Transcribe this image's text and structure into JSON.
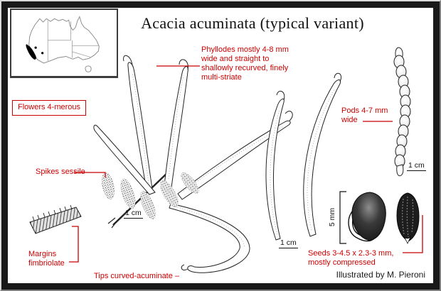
{
  "title": "Acacia acuminata (typical variant)",
  "credit": "Illustrated by M. Pieroni",
  "colors": {
    "accent_red": "#cc0000",
    "frame": "#191919",
    "ink": "#232323",
    "map_distribution_fill": "#000000"
  },
  "labels": {
    "flowers": "Flowers 4-merous",
    "phyllodes": "Phyllodes mostly 4-8 mm\nwide and straight to\nshallowly recurved, finely\nmulti-striate",
    "spikes": "Spikes sessile",
    "margins": "Margins\nfimbriolate",
    "tips": "Tips curved-acuminate  –",
    "pods": "Pods 4-7 mm\nwide",
    "seeds": "Seeds 3-4.5 x 2.3-3 mm,\nmostly compressed"
  },
  "scalebars": {
    "sprig": "1 cm",
    "phyllode": "1 cm",
    "pod": "1 cm",
    "seed": "5 mm"
  }
}
